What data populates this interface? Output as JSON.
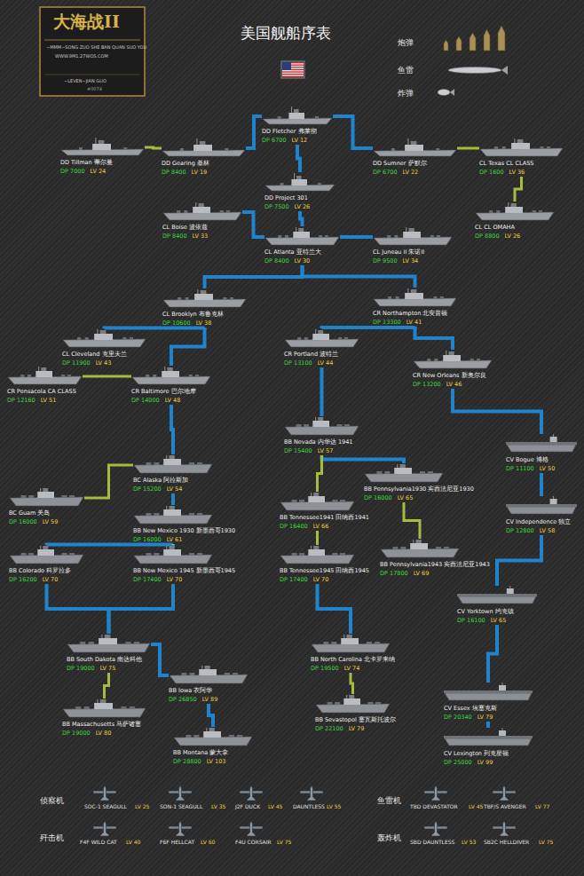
{
  "diagram": {
    "title": "美国舰船序表",
    "nodes": [
      {
        "text": [
          "DD Fletcher 弗莱彻",
          "DP 6700",
          "LV 12"
        ]
      },
      {
        "text": [
          "DD Tillman 蒂尔曼",
          "DP 7000",
          "LV 24"
        ]
      },
      {
        "text": [
          "DD Gearing 基林",
          "DP 8400",
          "LV 19"
        ]
      },
      {
        "text": [
          "DD Sumner 萨默尔",
          "DP 6700",
          "LV 22"
        ]
      },
      {
        "text": [
          "CL Texas CL CLASS",
          "DP 1600",
          "LV 36"
        ]
      },
      {
        "text": [
          "DD Project 301",
          "DP 7500",
          "LV 26"
        ]
      },
      {
        "text": [
          "CL CL OMAHA",
          "DP 8800",
          "LV 26"
        ]
      },
      {
        "text": [
          "CL Boise 波依兹",
          "DP 8400",
          "LV 33"
        ]
      },
      {
        "text": [
          "CL Atlanta 亚特兰大",
          "DP 8400",
          "LV 30"
        ]
      },
      {
        "text": [
          "CL Juneau II 朱诺II",
          "DP 9500",
          "LV 34"
        ]
      },
      {
        "text": [
          "CL Brooklyn 布鲁克林",
          "DP 10600",
          "LV 38"
        ]
      },
      {
        "text": [
          "CR Northampton 北安普顿",
          "DP 13300",
          "LV 41"
        ]
      },
      {
        "text": [
          "CL Cleveland 克里夫兰",
          "DP 11900",
          "LV 43"
        ]
      },
      {
        "text": [
          "CR Portland 波特兰",
          "DP 13100",
          "LV 44"
        ]
      },
      {
        "text": [
          "CR Pensacola CA CLASS",
          "DP 12160",
          "LV 51"
        ]
      },
      {
        "text": [
          "CR Baltimore 巴尔地摩",
          "DP 14000",
          "LV 48"
        ]
      },
      {
        "text": [
          "CR New Orleans 新奥尔良",
          "DP 13200",
          "LV 46"
        ]
      },
      {
        "text": [
          "BB Nevada 内华达 1941",
          "DP 15400",
          "LV 57"
        ]
      },
      {
        "text": [
          "CV Bogue 博格",
          "DP 11100",
          "LV 50"
        ]
      },
      {
        "text": [
          "BC Alaska 阿拉斯加",
          "DP 15200",
          "LV 54"
        ]
      },
      {
        "text": [
          "BB Pennsylvania1930 宾西法尼亚1930",
          "DP 16000",
          "LV 65"
        ]
      },
      {
        "text": [
          "BC Guam 关岛",
          "DP 16000",
          "LV 59"
        ]
      },
      {
        "text": [
          "BB Tennessee1941 田纳西1941",
          "DP 16400",
          "LV 66"
        ]
      },
      {
        "text": [
          "CV Independence 独立",
          "DP 12800",
          "LV 58"
        ]
      },
      {
        "text": [
          "BB New Mexico 1930 新墨西哥1930",
          "DP 16000",
          "LV 61"
        ]
      },
      {
        "text": [
          "BB Pennsylvania1943 宾西法尼亚1943",
          "DP 17800",
          "LV 69"
        ]
      },
      {
        "text": [
          "BB Colorado 科罗拉多",
          "DP 16200",
          "LV 70"
        ]
      },
      {
        "text": [
          "BB New Mexico 1945 新墨西哥1945",
          "DP 17400",
          "LV 70"
        ]
      },
      {
        "text": [
          "BB Tennessee1945 田纳西1945",
          "DP 17400",
          "LV 70"
        ]
      },
      {
        "text": [
          "CV Yorktown 约克镇",
          "DP 16100",
          "LV 65"
        ]
      },
      {
        "text": [
          "BB South Dakota 南达科他",
          "DP 19000",
          "LV 75"
        ]
      },
      {
        "text": [
          "BB North Carolina 北卡罗来纳",
          "DP 19500",
          "LV 74"
        ]
      },
      {
        "text": [
          "CV Essex 埃塞克斯",
          "DP 20340",
          "LV 79"
        ]
      },
      {
        "text": [
          "BB Iowa 衣阿华",
          "DP 26850",
          "LV 89"
        ]
      },
      {
        "text": [
          "BB Massachusetts 马萨诸塞",
          "DP 19000",
          "LV 80"
        ]
      },
      {
        "text": [
          "BB Sevastopol 塞瓦斯托波尔",
          "DP 22100",
          "LV 79"
        ]
      },
      {
        "text": [
          "BB Montana 蒙大拿",
          "DP 28800",
          "LV 103"
        ]
      },
      {
        "text": [
          "CV Lexington 列克星顿",
          "DP 25000",
          "LV 99"
        ]
      }
    ],
    "edges": [
      {
        "from": 0,
        "to": 2,
        "arrow": "none"
      },
      {
        "from": 0,
        "to": 3,
        "arrow": "none"
      },
      {
        "from": 0,
        "to": 5,
        "arrow": "none"
      },
      {
        "from": 2,
        "to": 1,
        "arrow": "none"
      },
      {
        "from": 3,
        "to": 4,
        "arrow": "none"
      },
      {
        "from": 4,
        "to": 6,
        "arrow": "none"
      },
      {
        "from": 5,
        "to": 8,
        "arrow": "none"
      },
      {
        "from": 8,
        "to": 7,
        "arrow": "none"
      },
      {
        "from": 8,
        "to": 9,
        "arrow": "none"
      },
      {
        "from": 8,
        "to": 10,
        "arrow": "none"
      },
      {
        "from": 8,
        "to": 11,
        "arrow": "none"
      },
      {
        "from": 10,
        "to": 12,
        "arrow": "none"
      },
      {
        "from": 10,
        "to": 15,
        "arrow": "none"
      },
      {
        "from": 15,
        "to": 14,
        "arrow": "none"
      },
      {
        "from": 15,
        "to": 19,
        "arrow": "none"
      },
      {
        "from": 19,
        "to": 21,
        "arrow": "none"
      },
      {
        "from": 19,
        "to": 24,
        "arrow": "none"
      },
      {
        "from": 24,
        "to": 26,
        "arrow": "none"
      },
      {
        "from": 24,
        "to": 27,
        "arrow": "none"
      },
      {
        "from": 11,
        "to": 13,
        "arrow": "none"
      },
      {
        "from": 11,
        "to": 16,
        "arrow": "none"
      },
      {
        "from": 16,
        "to": 18,
        "arrow": "none"
      },
      {
        "from": 13,
        "to": 17,
        "arrow": "none"
      },
      {
        "from": 17,
        "to": 20,
        "arrow": "none"
      },
      {
        "from": 17,
        "to": 22,
        "arrow": "none"
      },
      {
        "from": 20,
        "to": 25,
        "arrow": "none"
      },
      {
        "from": 22,
        "to": 28,
        "arrow": "none"
      },
      {
        "from": 18,
        "to": 23,
        "arrow": "none"
      },
      {
        "from": 23,
        "to": 29,
        "arrow": "none"
      },
      {
        "from": 29,
        "to": 32,
        "arrow": "none"
      },
      {
        "from": 32,
        "to": 37,
        "arrow": "none"
      },
      {
        "from": 26,
        "to": 30,
        "arrow": "none"
      },
      {
        "from": 27,
        "to": 30,
        "arrow": "none"
      },
      {
        "from": 28,
        "to": 31,
        "arrow": "none"
      },
      {
        "from": 30,
        "to": 33,
        "arrow": "none"
      },
      {
        "from": 30,
        "to": 34,
        "arrow": "none"
      },
      {
        "from": 31,
        "to": 35,
        "arrow": "none"
      },
      {
        "from": 33,
        "to": 36,
        "arrow": "none"
      }
    ],
    "labels": [
      "大海战II",
      "~MMM~SONG ZUO SHE BAN QUAN SUO YOU",
      "WWW.9M1.27WOS.COM",
      "~LEVEN~JIAN GUO",
      "#0074",
      "侦察机",
      "鱼雷机",
      "歼击机",
      "轰炸机",
      "SOC-1 SEAGULL",
      "LV 25",
      "SON-1 SEAGULL",
      "LV 35",
      "J2F DUCK",
      "LV 45",
      "DAUNTLESS",
      "LV 55",
      "TBD DEVASTATOR",
      "LV 45",
      "TBF/S AVENGER",
      "LV 77",
      "F4F WILD CAT",
      "LV 40",
      "F6F HELLCAT",
      "LV 60",
      "F4U CORSAIR",
      "LV 75",
      "SBD DAUNTLESS",
      "LV 53",
      "SB2C HELLDIVER",
      "LV 75"
    ],
    "legend": [
      {
        "text": "炮弹"
      },
      {
        "text": "鱼雷"
      },
      {
        "text": "炸弹"
      }
    ]
  }
}
